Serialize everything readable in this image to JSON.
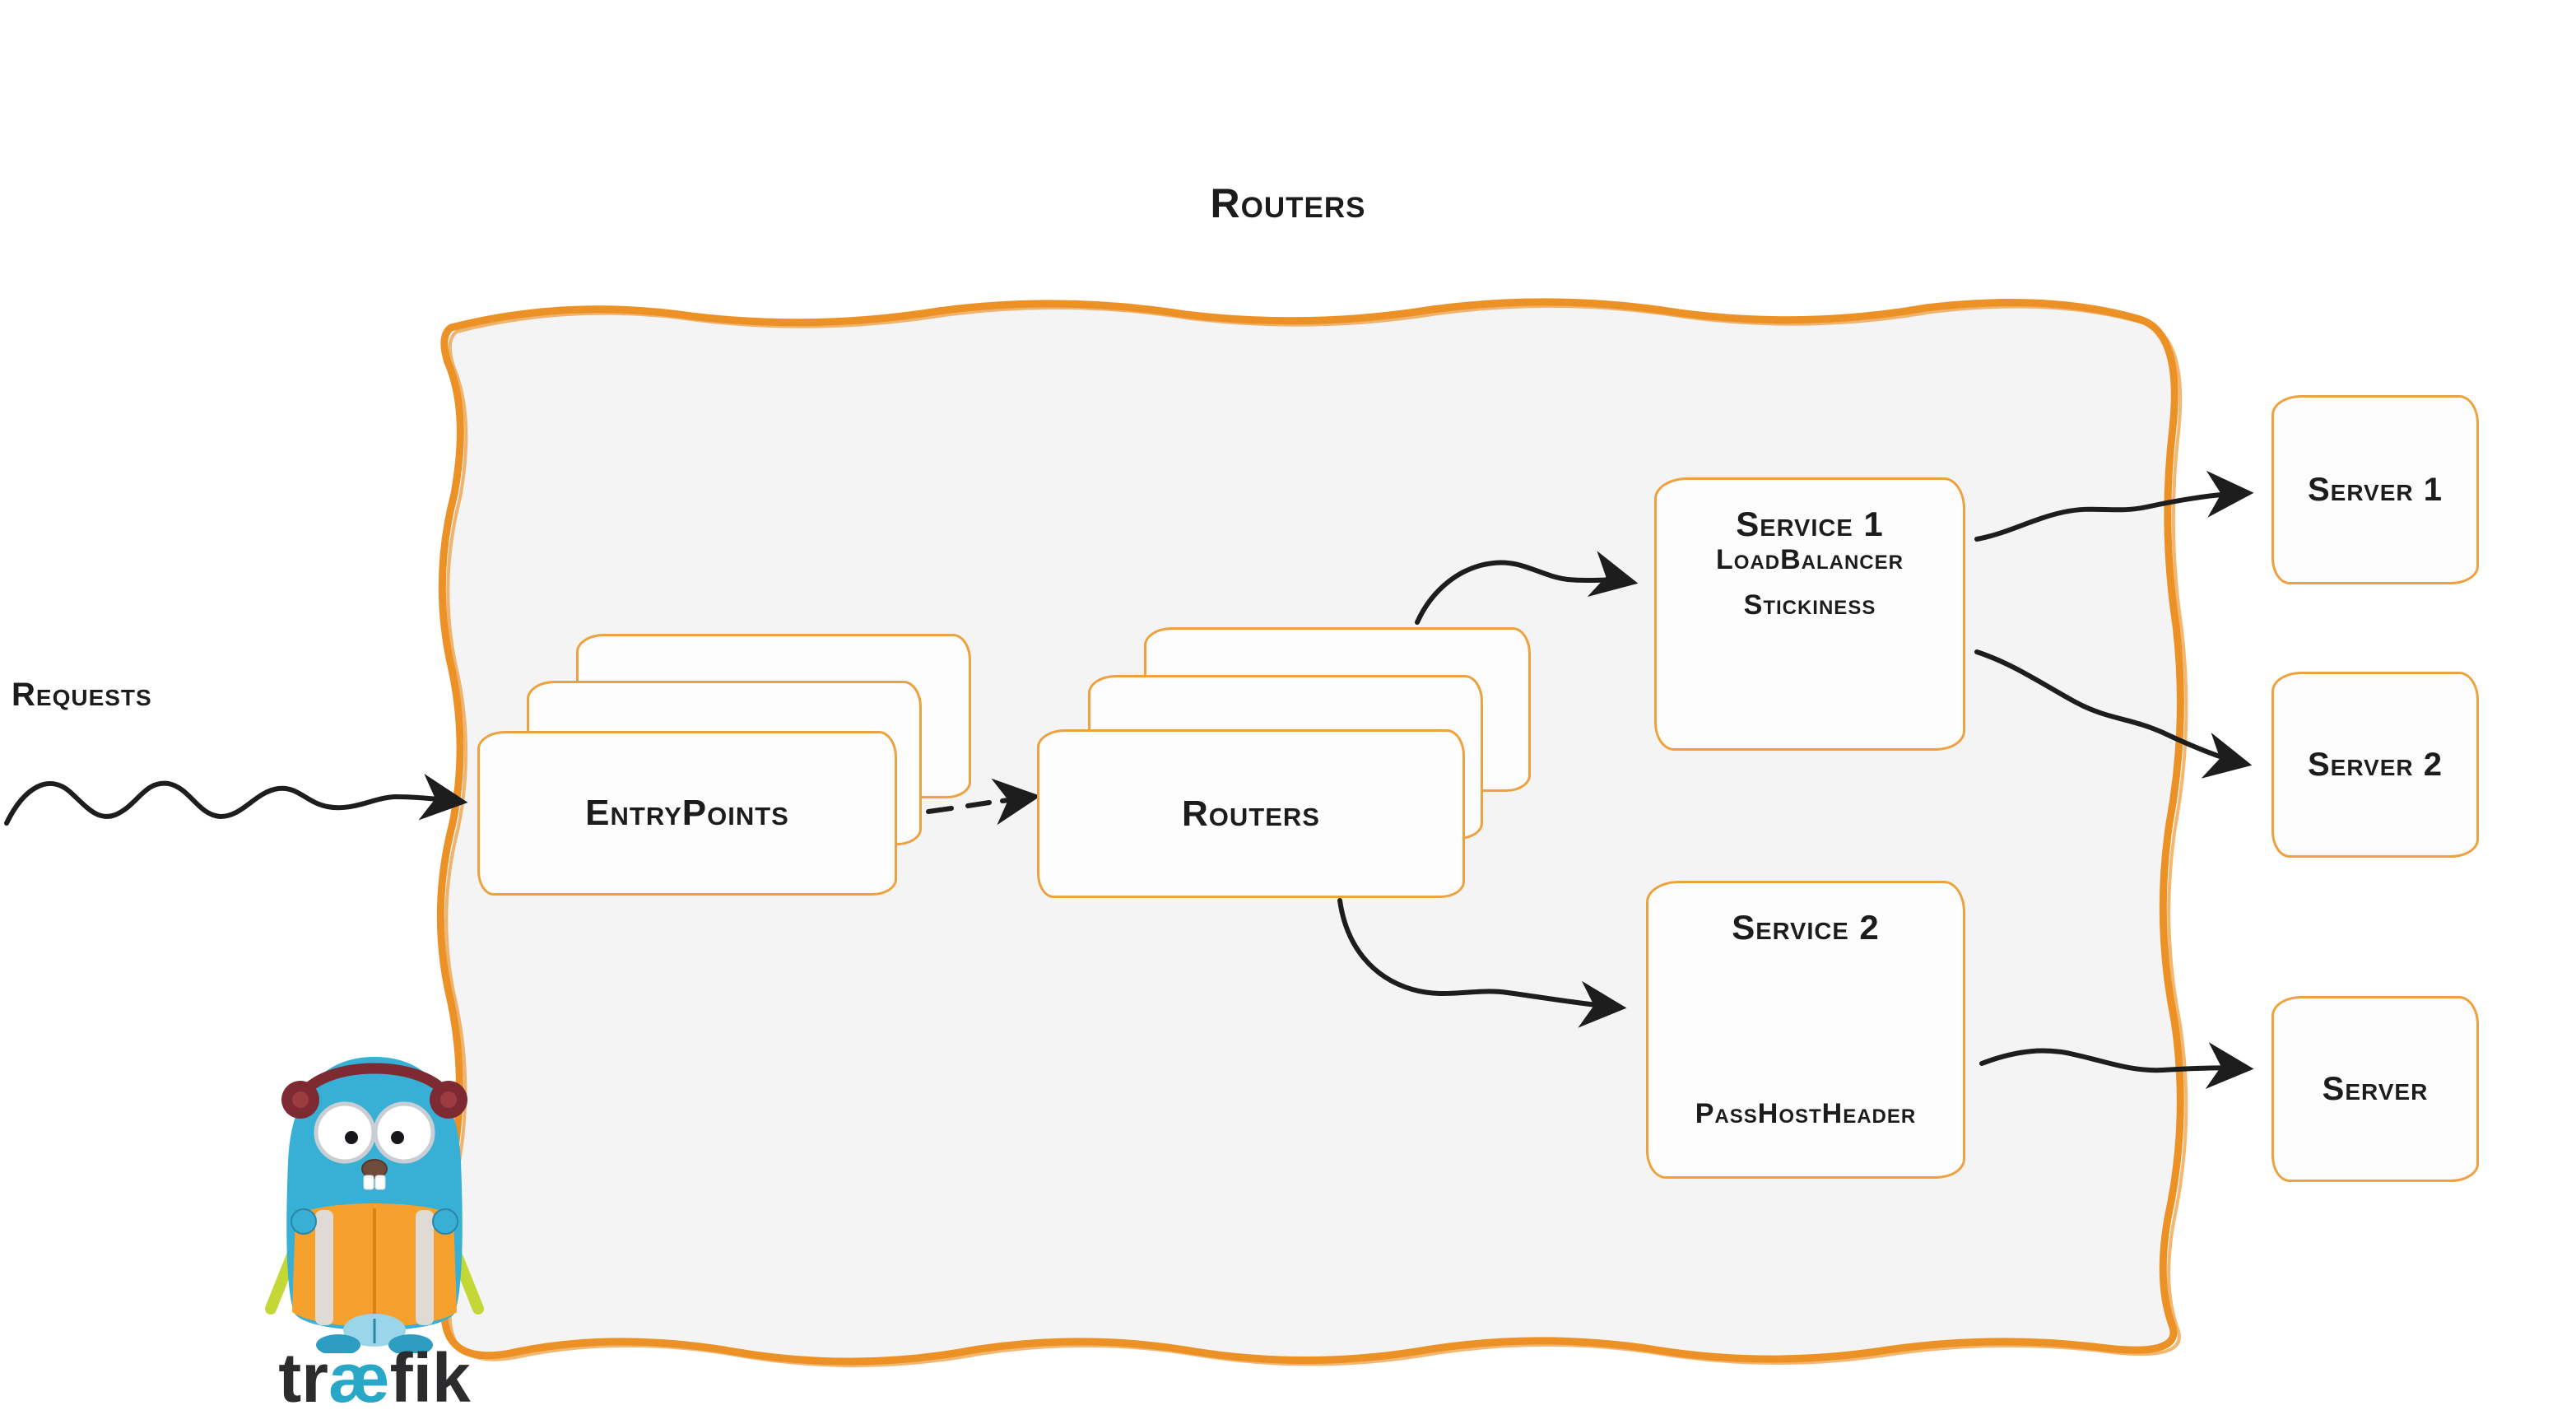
{
  "diagram": {
    "title": "Routers",
    "requests": {
      "label": "Requests"
    },
    "entrypoints": {
      "label": "EntryPoints"
    },
    "routers": {
      "label": "Routers"
    },
    "service1": {
      "title": "Service 1",
      "lines": [
        "LoadBalancer",
        "Stickiness"
      ]
    },
    "service2": {
      "title": "Service 2",
      "lines": [
        "PassHostHeader"
      ]
    },
    "servers": [
      {
        "label": "Server 1"
      },
      {
        "label": "Server 2"
      },
      {
        "label": "Server"
      }
    ],
    "logo": {
      "pre": "tr",
      "ae": "æ",
      "post": "fik"
    },
    "colors": {
      "accent_orange": "#ED9125",
      "logo_teal": "#29A7C7",
      "arrow_black": "#1d1d1d",
      "box_fill": "#f4f4f4"
    }
  }
}
